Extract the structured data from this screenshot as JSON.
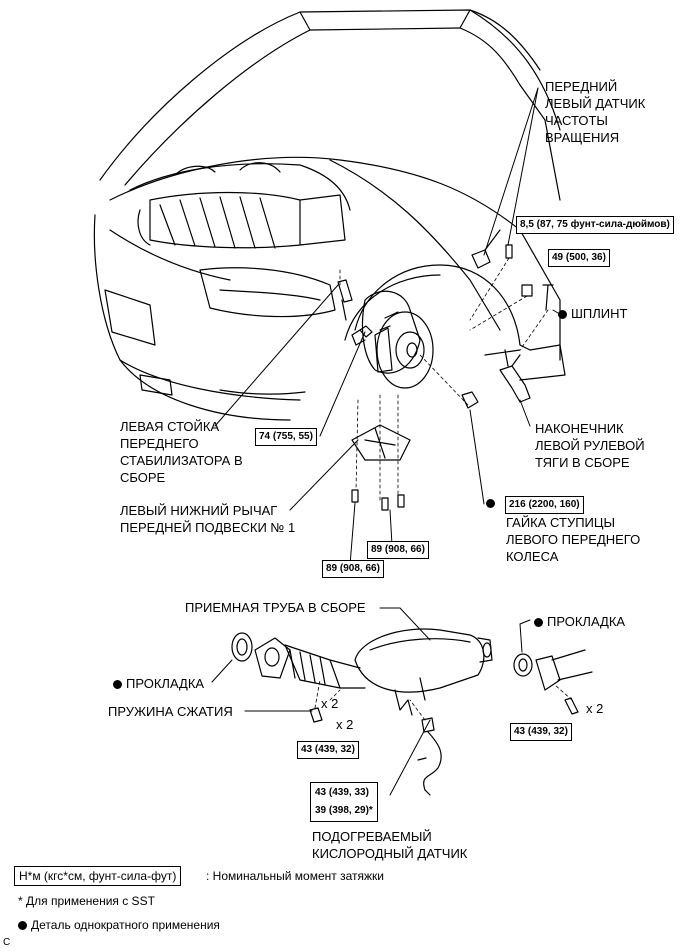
{
  "labels": {
    "front_speed_sensor": "ПЕРЕДНИЙ\nЛЕВЫЙ ДАТЧИК\nЧАСТОТЫ\nВРАЩЕНИЯ",
    "cotter_pin": "ШПЛИНТ",
    "tie_rod_end": "НАКОНЕЧНИК\nЛЕВОЙ РУЛЕВОЙ\nТЯГИ В СБОРЕ",
    "stabilizer_link": "ЛЕВАЯ СТОЙКА\nПЕРЕДНЕГО\nСТАБИЛИЗАТОРА В\nСБОРЕ",
    "lower_arm": "ЛЕВЫЙ НИЖНИЙ РЫЧАГ\nПЕРЕДНЕЙ ПОДВЕСКИ № 1",
    "hub_nut": "ГАЙКА СТУПИЦЫ\nЛЕВОГО ПЕРЕДНЕГО\nКОЛЕСА",
    "front_pipe": "ПРИЕМНАЯ ТРУБА В СБОРЕ",
    "gasket_left": "ПРОКЛАДКА",
    "gasket_right": "ПРОКЛАДКА",
    "compression_spring": "ПРУЖИНА СЖАТИЯ",
    "oxygen_sensor": "ПОДОГРЕВАЕМЫЙ\nКИСЛОРОДНЫЙ ДАТЧИК"
  },
  "torques": {
    "speed_sensor_bolt": "8,5 (87, 75 фунт-сила-дюймов)",
    "tie_rod_nut": "49 (500, 36)",
    "stabilizer_nut": "74 (755, 55)",
    "hub_nut": "216 (2200, 160)",
    "lower_arm_a": "89 (908, 66)",
    "lower_arm_b": "89 (908, 66)",
    "pipe_left": "43 (439, 32)",
    "pipe_right": "43 (439, 32)",
    "o2_sensor": "43 (439, 33)\n39 (398, 29)*"
  },
  "multipliers": {
    "spring_a": "x 2",
    "spring_b": "x 2",
    "right_bolt": "x 2"
  },
  "legend": {
    "torque_box": "Н*м (кгс*см, фунт-сила-фут)",
    "torque_desc": ": Номинальный момент затяжки",
    "sst_note": "* Для применения с SST",
    "single_use": "Деталь однократного применения"
  },
  "corner_mark": "C"
}
